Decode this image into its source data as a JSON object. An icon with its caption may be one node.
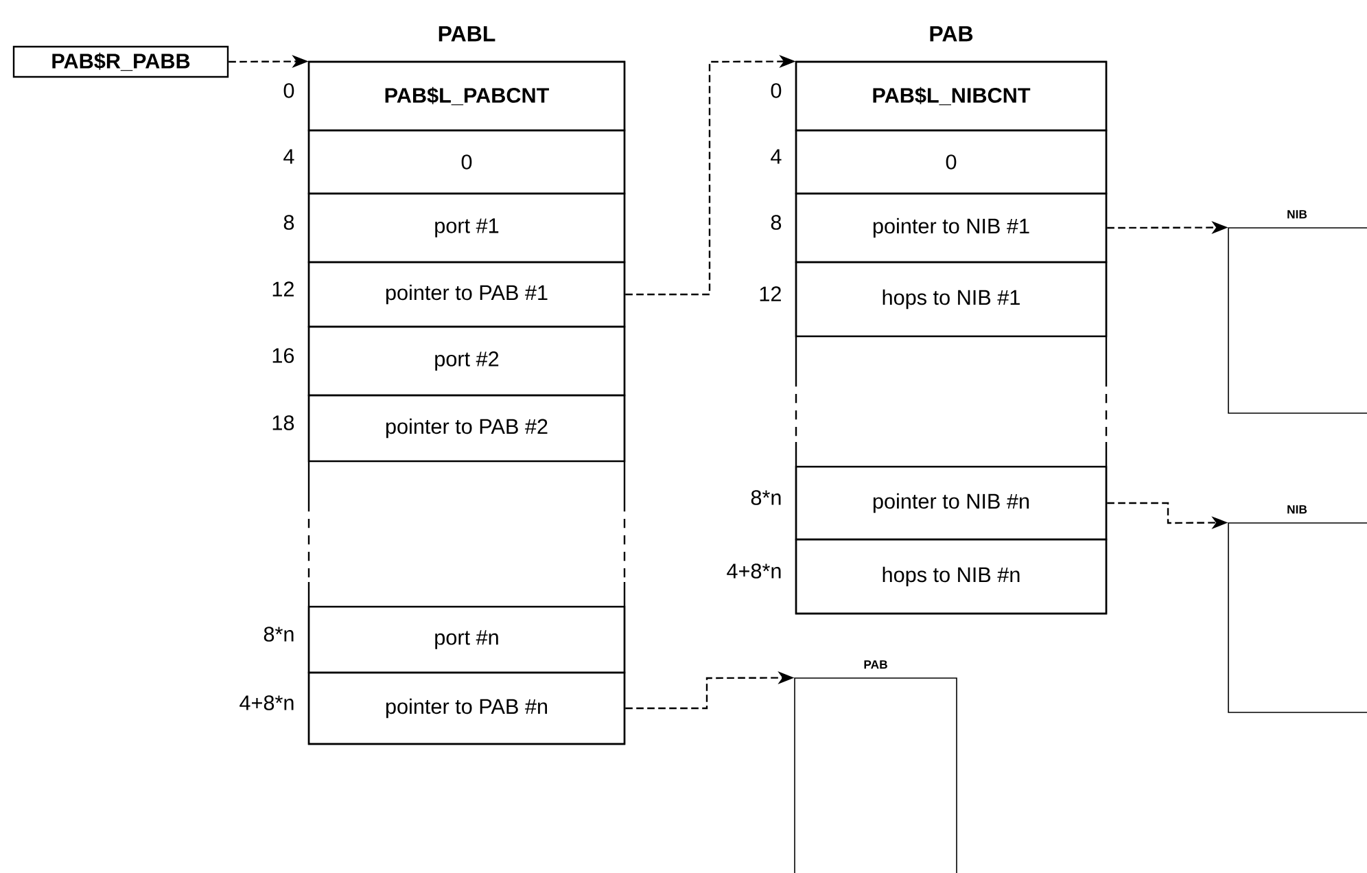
{
  "diagram": {
    "nodes": [
      {
        "text": [
          "PAB$R_PABB"
        ]
      },
      {
        "text": [
          "PABL"
        ]
      },
      {
        "text": [
          "PAB$L_PABCNT"
        ],
        "in": 1,
        "beside": [
          "0"
        ]
      },
      {
        "text": [
          "0"
        ],
        "in": 1,
        "beside": [
          "4"
        ]
      },
      {
        "text": [
          "port #1"
        ],
        "in": 1,
        "beside": [
          "8"
        ]
      },
      {
        "text": [
          "pointer to PAB #1"
        ],
        "in": 1,
        "beside": [
          "12"
        ]
      },
      {
        "text": [
          "port #2"
        ],
        "in": 1,
        "beside": [
          "16"
        ]
      },
      {
        "text": [
          "pointer to PAB #2"
        ],
        "in": 1,
        "beside": [
          "18"
        ]
      },
      {
        "text": [],
        "shape": "box",
        "in": 1
      },
      {
        "text": [
          "port #n"
        ],
        "in": 1,
        "beside": [
          "8*n"
        ]
      },
      {
        "text": [
          "pointer to PAB #n"
        ],
        "in": 1,
        "beside": [
          "4+8*n"
        ]
      },
      {
        "text": [
          "PAB"
        ]
      },
      {
        "text": [
          "PAB$L_NIBCNT"
        ],
        "in": 11,
        "beside": [
          "0"
        ]
      },
      {
        "text": [
          "0"
        ],
        "in": 11,
        "beside": [
          "4"
        ]
      },
      {
        "text": [
          "pointer to NIB #1"
        ],
        "in": 11,
        "beside": [
          "8"
        ]
      },
      {
        "text": [
          "hops to NIB #1"
        ],
        "in": 11,
        "beside": [
          "12"
        ]
      },
      {
        "text": [],
        "shape": "box",
        "in": 11
      },
      {
        "text": [
          "pointer to NIB #n"
        ],
        "in": 11,
        "beside": [
          "8*n"
        ]
      },
      {
        "text": [
          "hops to NIB #n"
        ],
        "in": 11,
        "beside": [
          "4+8*n"
        ]
      },
      {
        "text": [
          "NIB"
        ]
      },
      {
        "text": [
          "NIB"
        ]
      },
      {
        "text": [
          "PAB"
        ]
      }
    ],
    "edges": [
      {
        "from": 0,
        "to": 1,
        "arrow": "to",
        "style": "dashed"
      },
      {
        "from": 5,
        "to": 11,
        "arrow": "to",
        "style": "dashed"
      },
      {
        "from": 14,
        "to": 19,
        "arrow": "to",
        "style": "dashed"
      },
      {
        "from": 17,
        "to": 20,
        "arrow": "to",
        "style": "dashed"
      },
      {
        "from": 10,
        "to": 21,
        "arrow": "to",
        "style": "dashed"
      }
    ]
  }
}
